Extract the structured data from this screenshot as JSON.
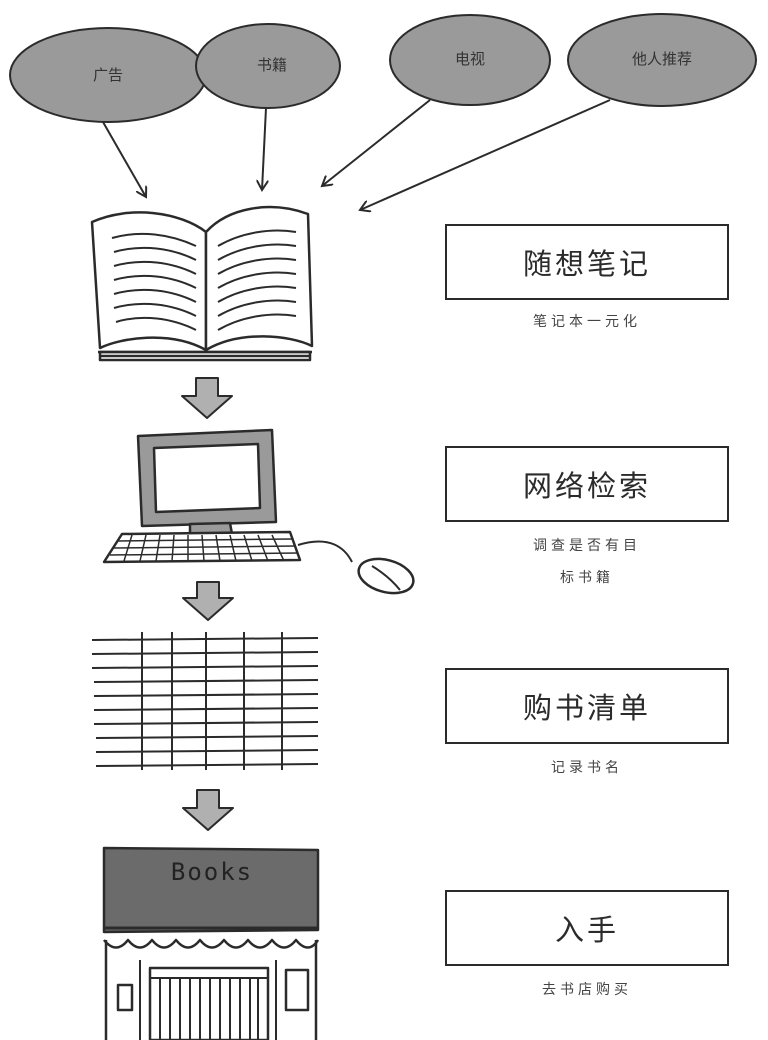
{
  "sources": [
    {
      "label": "广告"
    },
    {
      "label": "书籍"
    },
    {
      "label": "电视"
    },
    {
      "label": "他人推荐"
    }
  ],
  "steps": [
    {
      "title": "随想笔记",
      "caption_lines": [
        "笔记本一元化"
      ],
      "icon": "open-book-icon"
    },
    {
      "title": "网络检索",
      "caption_lines": [
        "调查是否有目",
        "标书籍"
      ],
      "icon": "computer-icon"
    },
    {
      "title": "购书清单",
      "caption_lines": [
        "记录书名"
      ],
      "icon": "list-grid-icon"
    },
    {
      "title": "入手",
      "caption_lines": [
        "去书店购买"
      ],
      "icon": "bookstore-icon"
    }
  ],
  "store_sign": "Books",
  "colors": {
    "ellipse_fill": "#9a9a9a",
    "arrow_fill": "#b0b0b0",
    "awning": "#6b6b6b",
    "ink": "#2b2b2b"
  }
}
